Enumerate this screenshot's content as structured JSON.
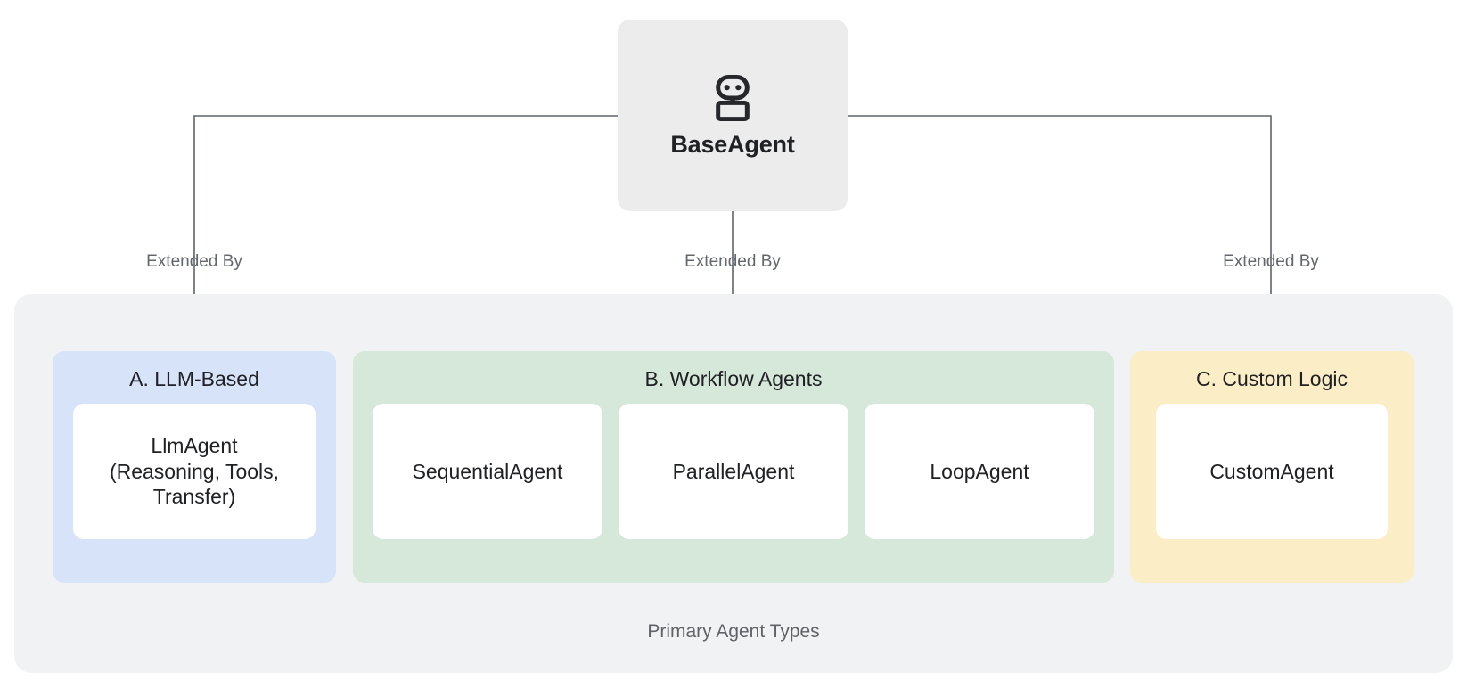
{
  "diagram": {
    "root": {
      "label": "BaseAgent",
      "icon": "robot-icon"
    },
    "edges": [
      {
        "label": "Extended By"
      },
      {
        "label": "Extended By"
      },
      {
        "label": "Extended By"
      }
    ],
    "group": {
      "caption": "Primary Agent Types",
      "categories": [
        {
          "id": "a",
          "title": "A. LLM-Based",
          "color": "#d7e3f8",
          "items": [
            {
              "label": "LlmAgent\n(Reasoning, Tools,\nTransfer)"
            }
          ]
        },
        {
          "id": "b",
          "title": "B. Workflow Agents",
          "color": "#d5e8d9",
          "items": [
            {
              "label": "SequentialAgent"
            },
            {
              "label": "ParallelAgent"
            },
            {
              "label": "LoopAgent"
            }
          ]
        },
        {
          "id": "c",
          "title": "C. Custom Logic",
          "color": "#fbeec7",
          "items": [
            {
              "label": "CustomAgent"
            }
          ]
        }
      ]
    },
    "colors": {
      "root_bg": "#ececec",
      "panel_bg": "#f1f2f4",
      "connector": "#5f6368",
      "text_primary": "#202124",
      "text_muted": "#5f6368",
      "leaf_bg": "#ffffff"
    }
  }
}
